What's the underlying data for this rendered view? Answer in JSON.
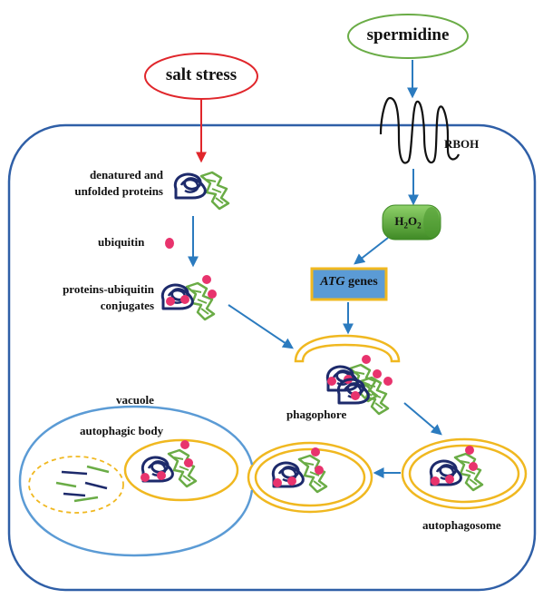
{
  "ovals": {
    "salt_stress": "salt stress",
    "spermidine": "spermidine"
  },
  "labels": {
    "rboh": "RBOH",
    "denatured_line1": "denatured and",
    "denatured_line2": "unfolded proteins",
    "ubiquitin": "ubiquitin",
    "conjugates_line1": "proteins-ubiquitin",
    "conjugates_line2": "conjugates",
    "phagophore": "phagophore",
    "vacuole": "vacuole",
    "autophagic_body": "autophagic body",
    "autophagosome": "autophagosome"
  },
  "h2o2": {
    "h": "H",
    "sub1": "2",
    "o": "O",
    "sub2": "2"
  },
  "atg_box": {
    "gene": "ATG",
    "suffix": " genes"
  },
  "colors": {
    "cell_border": "#2f5fa7",
    "arrow_blue": "#2b7bbf",
    "arrow_red": "#e0262b",
    "salt_oval": "#e0262b",
    "spermidine_oval": "#6aac46",
    "membrane_yellow": "#f0b820",
    "protein_navy": "#1d2a6b",
    "protein_green": "#6aac46",
    "ubiquitin_pink": "#e8336d",
    "vacuole_border": "#5b9bd5",
    "atg_box_fill": "#5b9bd5",
    "h2o2_fill": "#5aa33a"
  }
}
